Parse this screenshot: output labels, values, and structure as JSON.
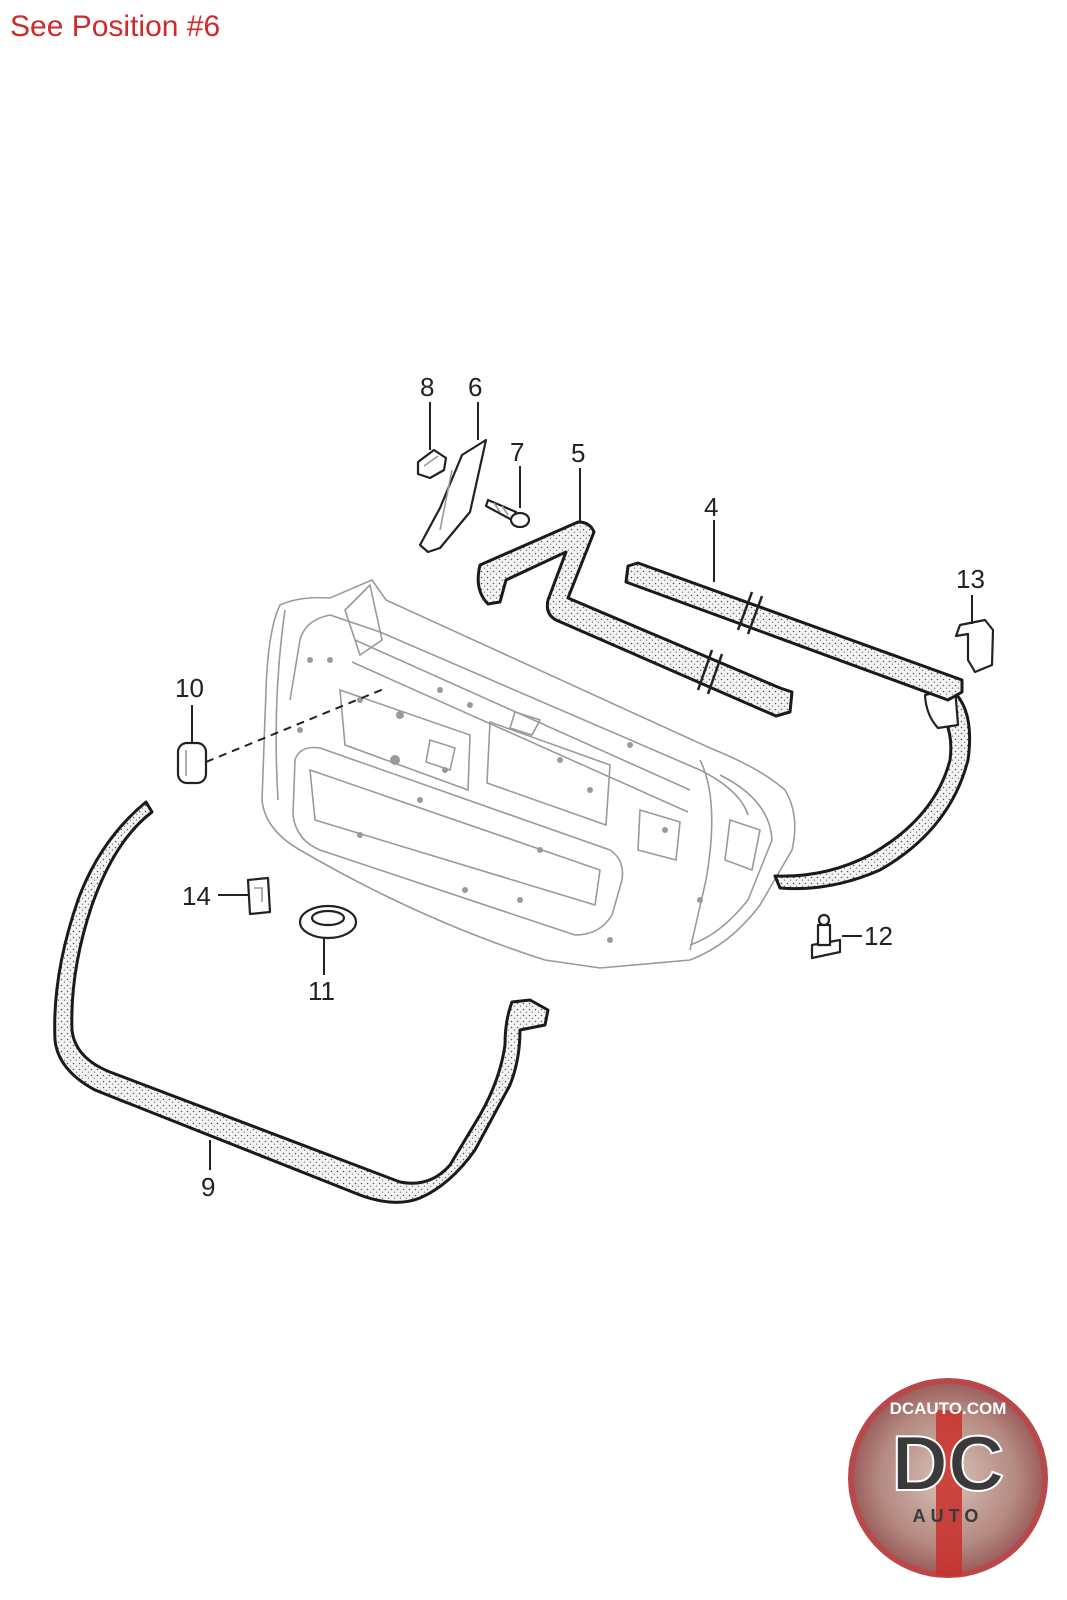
{
  "header": {
    "note": "See Position #6"
  },
  "callouts": [
    {
      "id": "8",
      "label": "8"
    },
    {
      "id": "6",
      "label": "6"
    },
    {
      "id": "7",
      "label": "7"
    },
    {
      "id": "5",
      "label": "5"
    },
    {
      "id": "4",
      "label": "4"
    },
    {
      "id": "13",
      "label": "13"
    },
    {
      "id": "10",
      "label": "10"
    },
    {
      "id": "14",
      "label": "14"
    },
    {
      "id": "11",
      "label": "11"
    },
    {
      "id": "12",
      "label": "12"
    },
    {
      "id": "9",
      "label": "9"
    }
  ],
  "logo": {
    "top_text": "DCAUTO.COM",
    "big_text": "DC",
    "bottom_text": "AUTO"
  },
  "colors": {
    "note_red": "#d12a2a",
    "logo_ring": "#b9484a",
    "logo_red": "#c9302c"
  }
}
